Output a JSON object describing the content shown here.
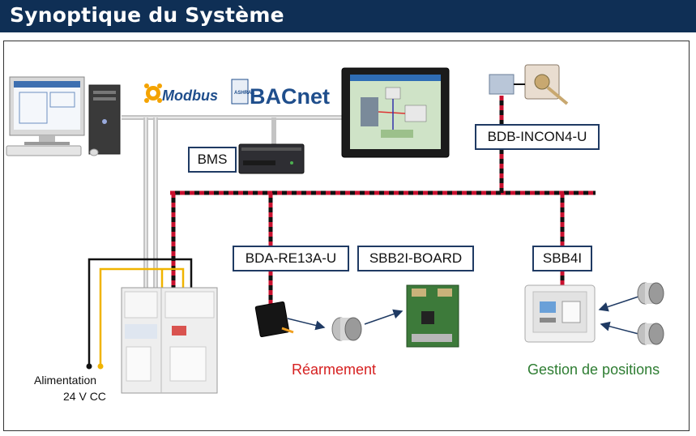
{
  "title": "Synoptique du Système",
  "protocols": {
    "modbus": "Modbus",
    "bacnet": "BACnet",
    "ashrae": "ASHRAE"
  },
  "labels": {
    "bms": "BMS",
    "bdb": "BDB-INCON4-U",
    "bda": "BDA-RE13A-U",
    "sbb2i": "SBB2I-BOARD",
    "sbb4i": "SBB4I"
  },
  "captions": {
    "rearmement": "Réarmement",
    "gestion": "Gestion de positions",
    "alimentation_line1": "Alimentation",
    "alimentation_line2": "24 V CC"
  },
  "colors": {
    "title_bg": "#0f2f55",
    "rearmement": "#d62020",
    "gestion": "#2e7d32",
    "bus_red": "#c8102e",
    "bus_black": "#111111",
    "power_yellow": "#f0b400"
  }
}
